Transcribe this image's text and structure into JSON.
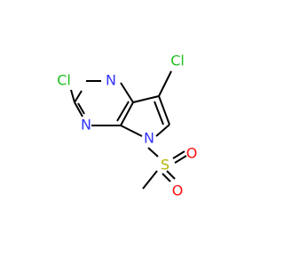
{
  "molecule": {
    "atoms": {
      "cl_top": "Cl",
      "cl_left": "Cl",
      "n_top": "N",
      "n_bottom": "N",
      "n_pyrrole": "N",
      "s": "S",
      "o_right": "O",
      "o_bottom": "O"
    },
    "colors": {
      "bond": "#000000",
      "chlorine": "#1fbf1f",
      "nitrogen": "#3333ff",
      "sulfur": "#b3b300",
      "oxygen": "#ff0d0d"
    }
  }
}
